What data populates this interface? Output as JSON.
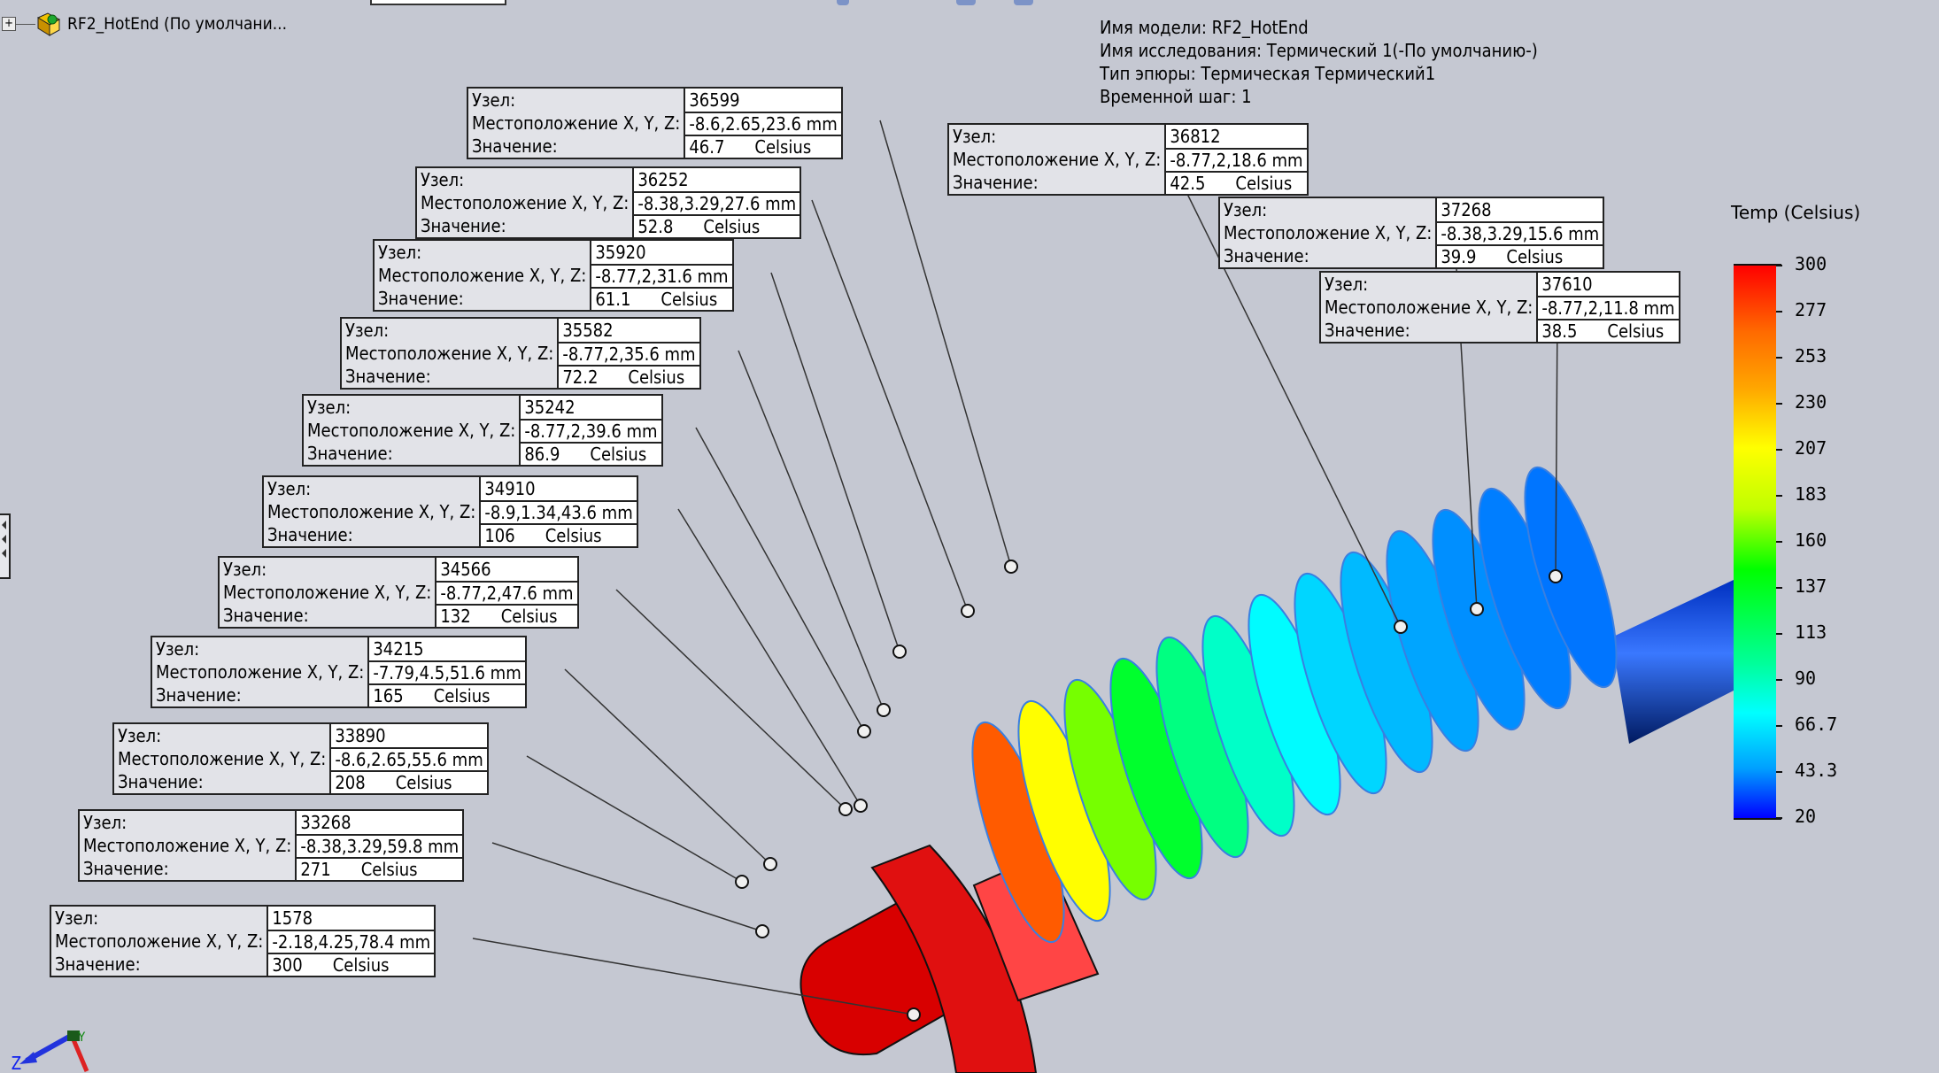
{
  "tree": {
    "model_label": "RF2_HotEnd  (По умолчани...",
    "expand_symbol": "+",
    "icon": "part-icon"
  },
  "info": {
    "model_name": "Имя модели: RF2_HotEnd",
    "study_name": "Имя  исследования: Термический 1(-По умолчанию-)",
    "plot_type": "Тип эпюры: Термическая Термический1",
    "time_step": "Временной шаг: 1"
  },
  "probe_labels": {
    "node": "Узел:",
    "location": "Местоположение X, Y, Z:",
    "value": "Значение:",
    "unit": "Celsius"
  },
  "probes": [
    {
      "node": "36599",
      "location": "-8.6,2.65,23.6 mm",
      "value": "46.7"
    },
    {
      "node": "36252",
      "location": "-8.38,3.29,27.6 mm",
      "value": "52.8"
    },
    {
      "node": "35920",
      "location": "-8.77,2,31.6 mm",
      "value": "61.1"
    },
    {
      "node": "35582",
      "location": "-8.77,2,35.6 mm",
      "value": "72.2"
    },
    {
      "node": "35242",
      "location": "-8.77,2,39.6 mm",
      "value": "86.9"
    },
    {
      "node": "34910",
      "location": "-8.9,1.34,43.6 mm",
      "value": "106"
    },
    {
      "node": "34566",
      "location": "-8.77,2,47.6 mm",
      "value": "132"
    },
    {
      "node": "34215",
      "location": "-7.79,4.5,51.6 mm",
      "value": "165"
    },
    {
      "node": "33890",
      "location": "-8.6,2.65,55.6 mm",
      "value": "208"
    },
    {
      "node": "33268",
      "location": "-8.38,3.29,59.8 mm",
      "value": "271"
    },
    {
      "node": "1578",
      "location": "-2.18,4.25,78.4 mm",
      "value": "300"
    },
    {
      "node": "36812",
      "location": "-8.77,2,18.6 mm",
      "value": "42.5"
    },
    {
      "node": "37268",
      "location": "-8.38,3.29,15.6 mm",
      "value": "39.9"
    },
    {
      "node": "37610",
      "location": "-8.77,2,11.8 mm",
      "value": "38.5"
    }
  ],
  "legend": {
    "title": "Temp (Celsius)",
    "ticks": [
      "300",
      "277",
      "253",
      "230",
      "207",
      "183",
      "160",
      "137",
      "113",
      "90",
      "66.7",
      "43.3",
      "20"
    ],
    "min": 20,
    "max": 300,
    "colors": {
      "max": "#ff0000",
      "mid": "#00ff00",
      "min": "#0000ff"
    }
  },
  "triad": {
    "z_label": "Z",
    "y_label": "Y"
  }
}
